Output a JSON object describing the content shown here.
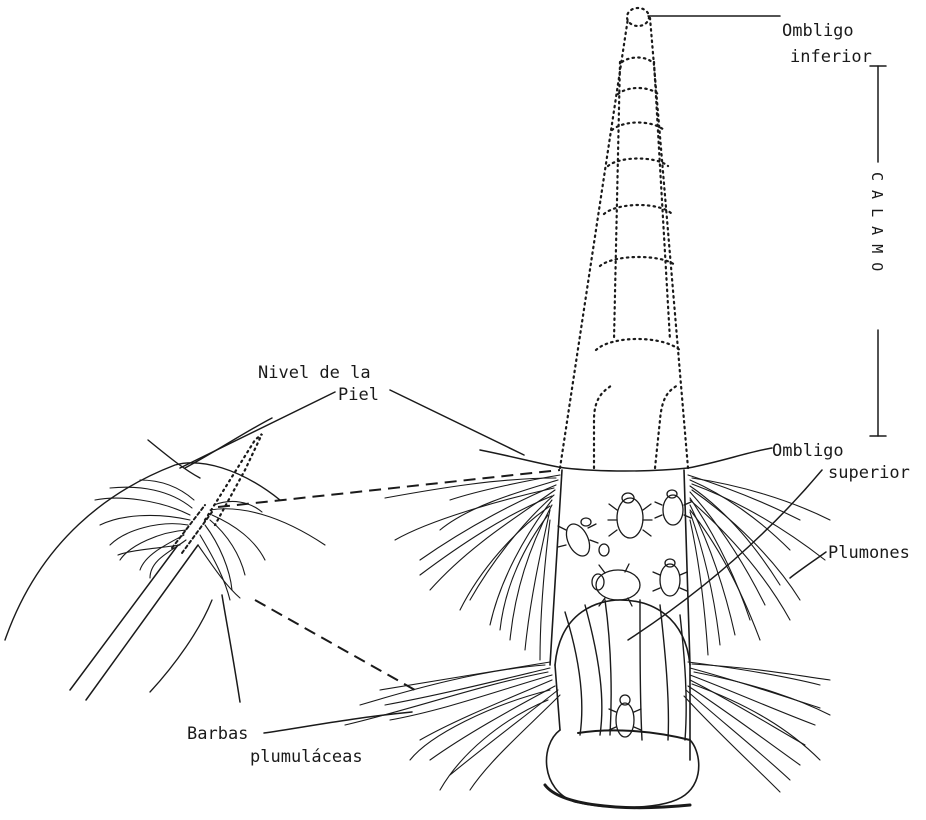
{
  "labels": {
    "ombligo_inferior_1": "Ombligo",
    "ombligo_inferior_2": "inferior",
    "calamo": "C A L A M O",
    "nivel_piel_1": "Nivel de la",
    "nivel_piel_2": "Piel",
    "ombligo_superior_1": "Ombligo",
    "ombligo_superior_2": "superior",
    "plumones": "Plumones",
    "barbas_1": "Barbas",
    "barbas_2": "plumuláceas"
  }
}
